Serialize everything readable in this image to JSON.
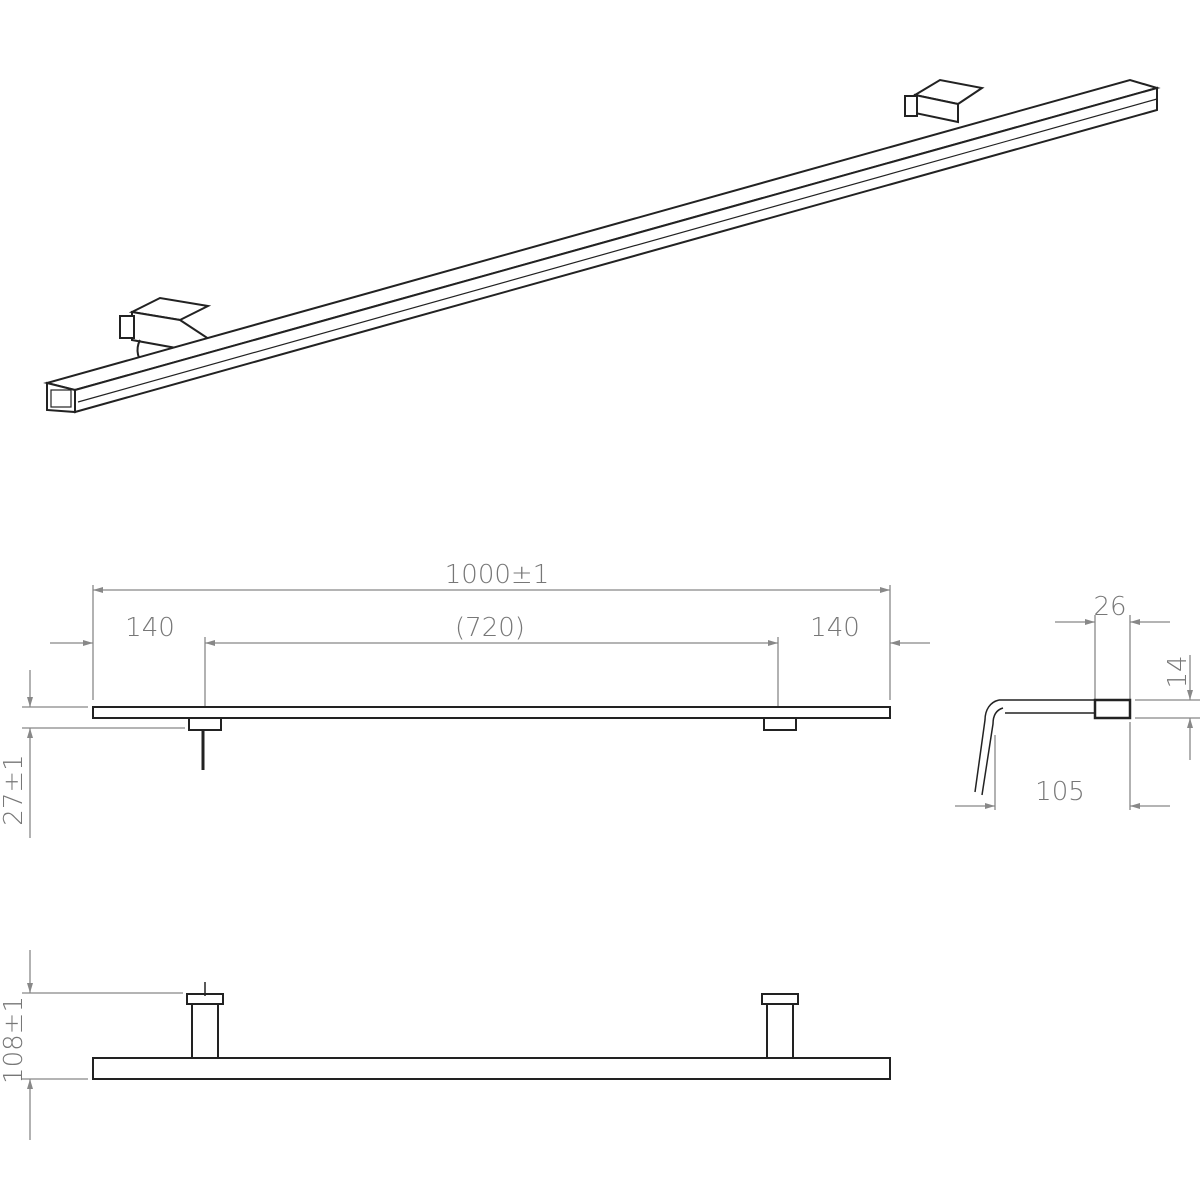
{
  "drawing": {
    "dimensions": {
      "total_length": "1000±1",
      "left_offset": "140",
      "bracket_spacing": "(720)",
      "right_offset": "140",
      "side_height": "27±1",
      "profile_width": "26",
      "profile_height": "14",
      "arm_depth": "105",
      "total_height": "108±1"
    }
  }
}
